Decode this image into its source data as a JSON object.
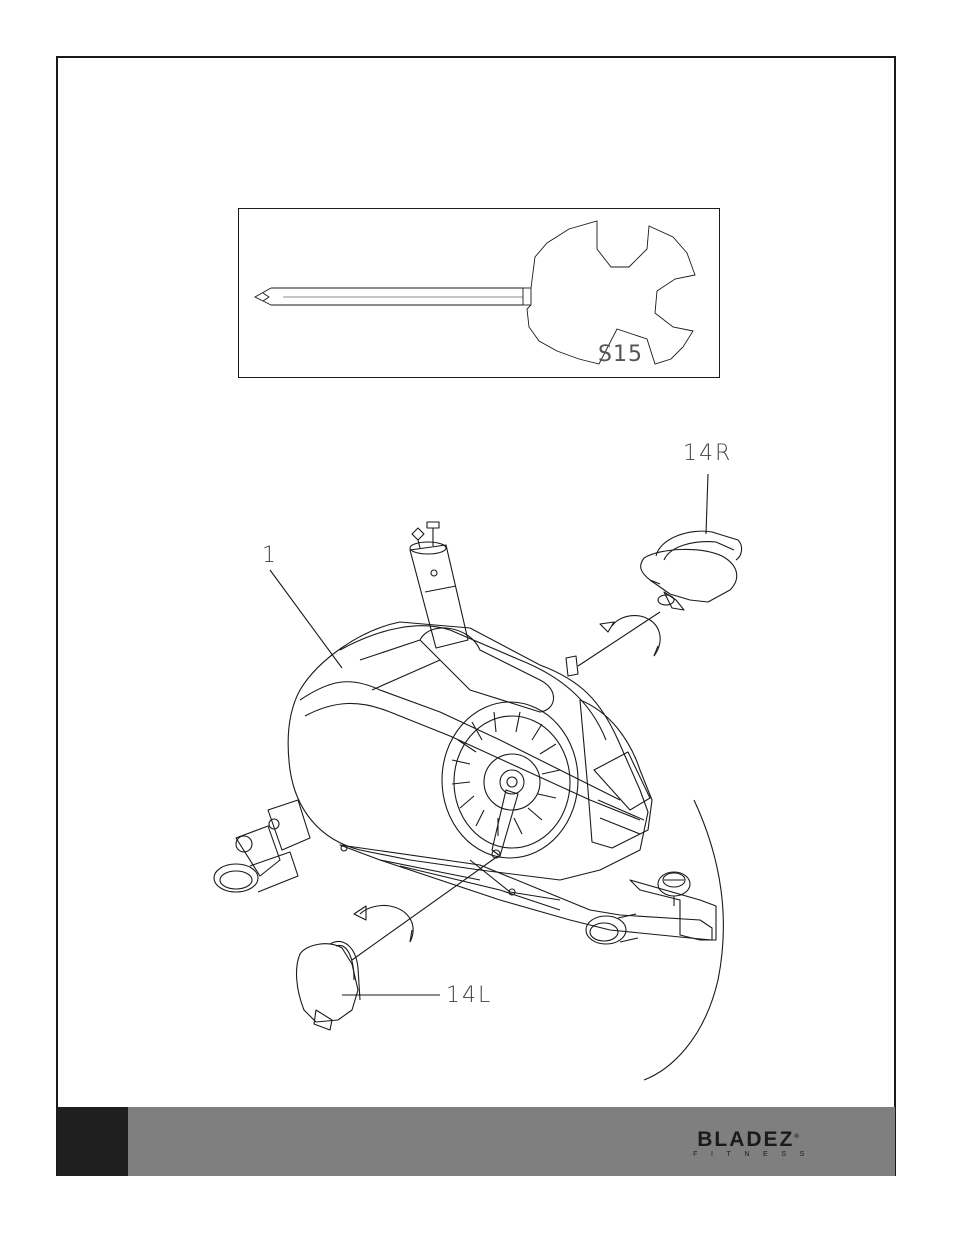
{
  "tool": {
    "code": "S15"
  },
  "callouts": {
    "right_pedal": "14R",
    "main_frame": "1",
    "left_pedal": "14L"
  },
  "footer": {
    "brand_name": "BLADEZ",
    "brand_tagline": "FITNESS",
    "registered_mark": "®"
  },
  "colors": {
    "line": "#1a1a1a",
    "footer_bar": "#7f7f7f",
    "footer_tab": "#1f1f1f",
    "text_gray": "#444444"
  }
}
